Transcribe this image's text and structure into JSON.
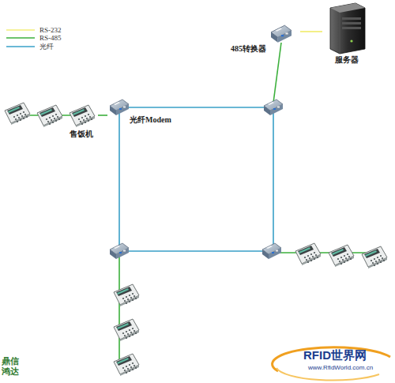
{
  "diagram": {
    "nodes": [
      {
        "text": [
          "服务器"
        ]
      },
      {
        "text": [
          "485转换器"
        ]
      },
      {
        "text": [
          "光纤Modem"
        ]
      },
      {
        "text": [
          "售饭机"
        ]
      }
    ],
    "edges": [
      {
        "from": 1,
        "to": 0,
        "arrow": "none"
      },
      {
        "from": 3,
        "to": 2,
        "arrow": "none"
      }
    ],
    "labels": [
      "鼎信 鸿达",
      "RFID世界网",
      "www.RfidWorld.com.cn"
    ],
    "legend": [
      {
        "text": "RS-232"
      },
      {
        "text": "RS-485"
      },
      {
        "text": "光纤"
      }
    ]
  }
}
